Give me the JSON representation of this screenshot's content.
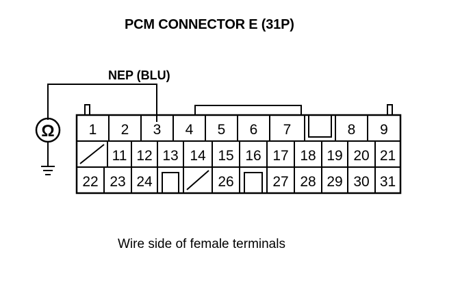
{
  "title": "PCM CONNECTOR E (31P)",
  "wire_label": "NEP (BLU)",
  "caption": "Wire side of female terminals",
  "ohmmeter_symbol": "Ω",
  "probe_terminal": "3",
  "rows": [
    [
      "1",
      "2",
      "3",
      "4",
      "5",
      "6",
      "7",
      "",
      "8",
      "9"
    ],
    [
      "",
      "11",
      "12",
      "13",
      "14",
      "15",
      "16",
      "17",
      "18",
      "19",
      "20",
      "21"
    ],
    [
      "22",
      "23",
      "24",
      "",
      "",
      "26",
      "",
      "27",
      "28",
      "29",
      "30",
      "31"
    ]
  ]
}
